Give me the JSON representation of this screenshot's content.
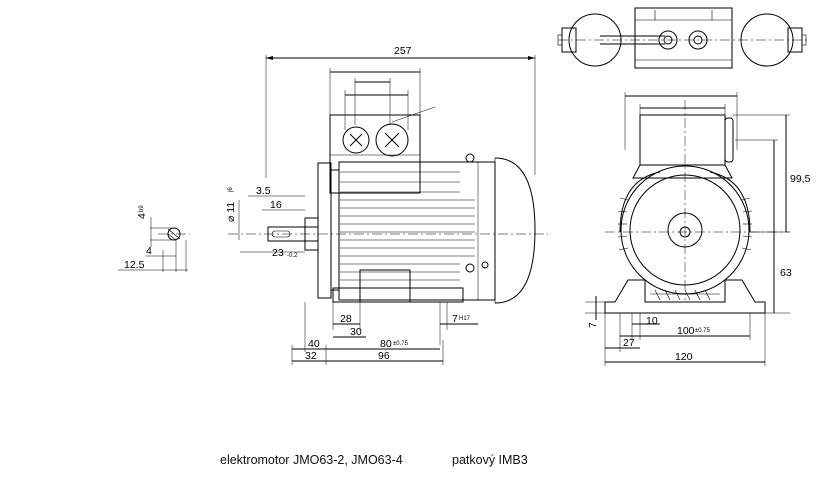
{
  "caption": {
    "model": "elektromotor JMO63-2, JMO63-4",
    "mount": "patkový IMB3"
  },
  "dimensions": {
    "overall_length": "257",
    "shaft_key_width": "4",
    "shaft_key_width_tol": "h9",
    "shaft_key_gap": "4",
    "shaft_key_depth": "12.5",
    "shaft_diameter": "⌀ 11",
    "shaft_diameter_tol": "j6",
    "shaft_step": "3.5",
    "key_length": "16",
    "shaft_length": "23",
    "shaft_length_tol": "-0.2",
    "foot_28": "28",
    "foot_30": "30",
    "foot_slot": "7",
    "foot_slot_tol": "H17",
    "dim_40": "40",
    "hole_spacing": "80",
    "hole_spacing_tol": "±0.75",
    "dim_32": "32",
    "dim_96": "96",
    "terminal_height": "99,5",
    "shaft_height": "63",
    "foot_thickness": "7",
    "foot_10": "10",
    "foot_width_holes": "100",
    "foot_width_holes_tol": "±0.75",
    "foot_27": "27",
    "foot_width": "120"
  }
}
